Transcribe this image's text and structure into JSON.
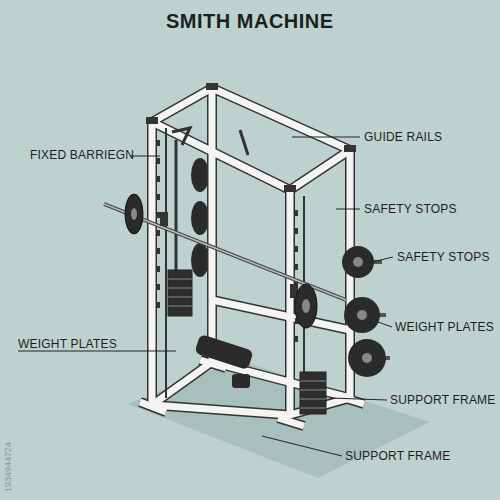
{
  "diagram": {
    "title": "SMITH MACHINE",
    "labels": [
      "FIXED BARRIEGN",
      "GUIDE RAILS",
      "SAFETY STOPS",
      "SAFETY STOPS",
      "WEIGHT PLATES",
      "WEIGHT PLATES",
      "SUPPORT FRAME",
      "SUPPORT FRAME",
      "1934944724"
    ]
  }
}
